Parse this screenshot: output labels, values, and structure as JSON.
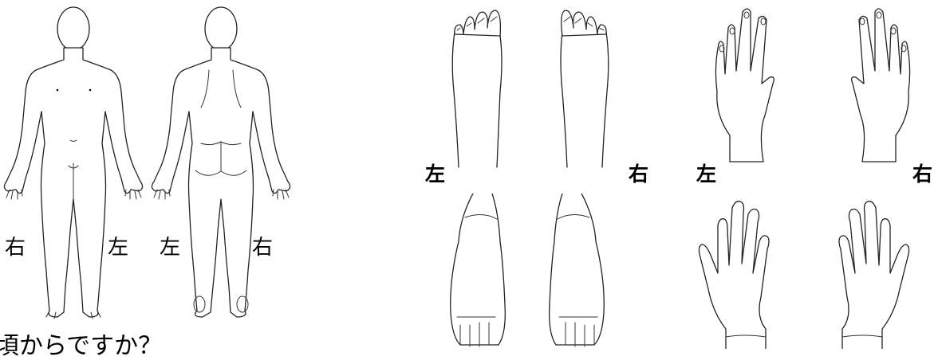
{
  "diagram": {
    "body_front": {
      "left_side_label": "右",
      "right_side_label": "左"
    },
    "body_back": {
      "left_side_label": "左",
      "right_side_label": "右"
    },
    "feet": {
      "left_label": "左",
      "right_label": "右"
    },
    "hands": {
      "left_label": "左",
      "right_label": "右"
    },
    "question_text": "頃からですか？"
  }
}
